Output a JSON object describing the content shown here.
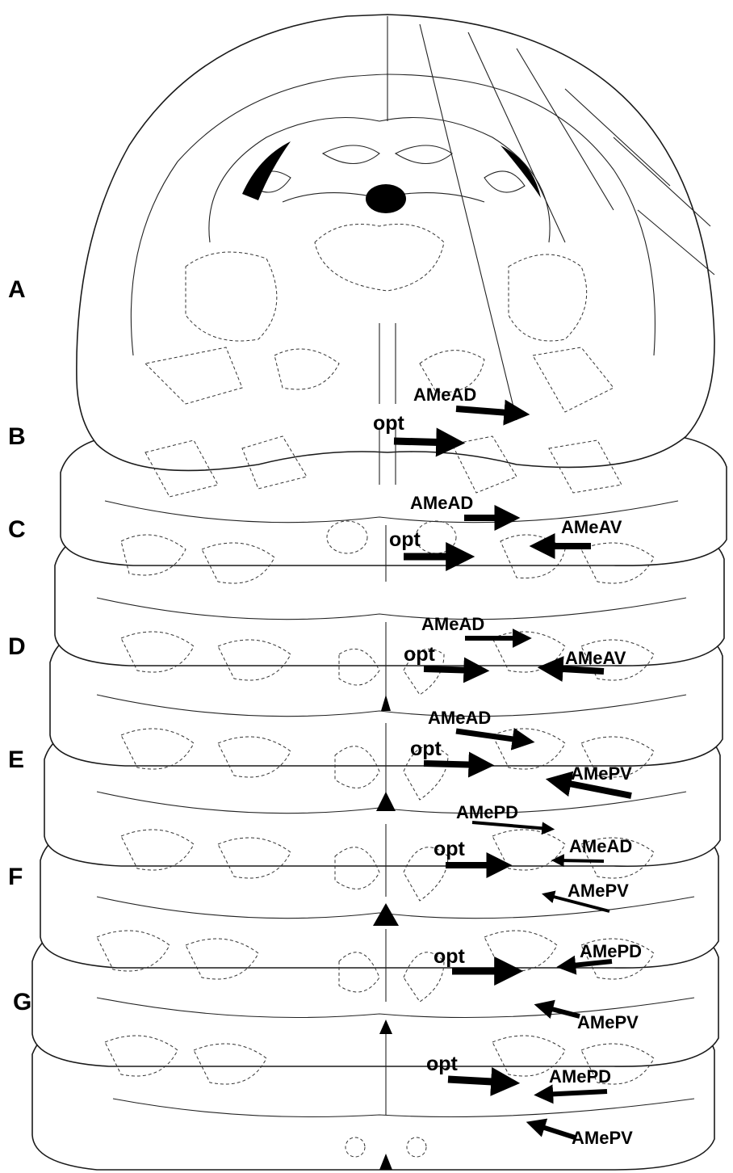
{
  "sections": [
    "A",
    "B",
    "C",
    "D",
    "E",
    "F",
    "G"
  ],
  "labels": {
    "opt": "opt",
    "amead": "AMeAD",
    "ameav": "AMeAV",
    "amepd": "AMePD",
    "amepv": "AMePV"
  }
}
